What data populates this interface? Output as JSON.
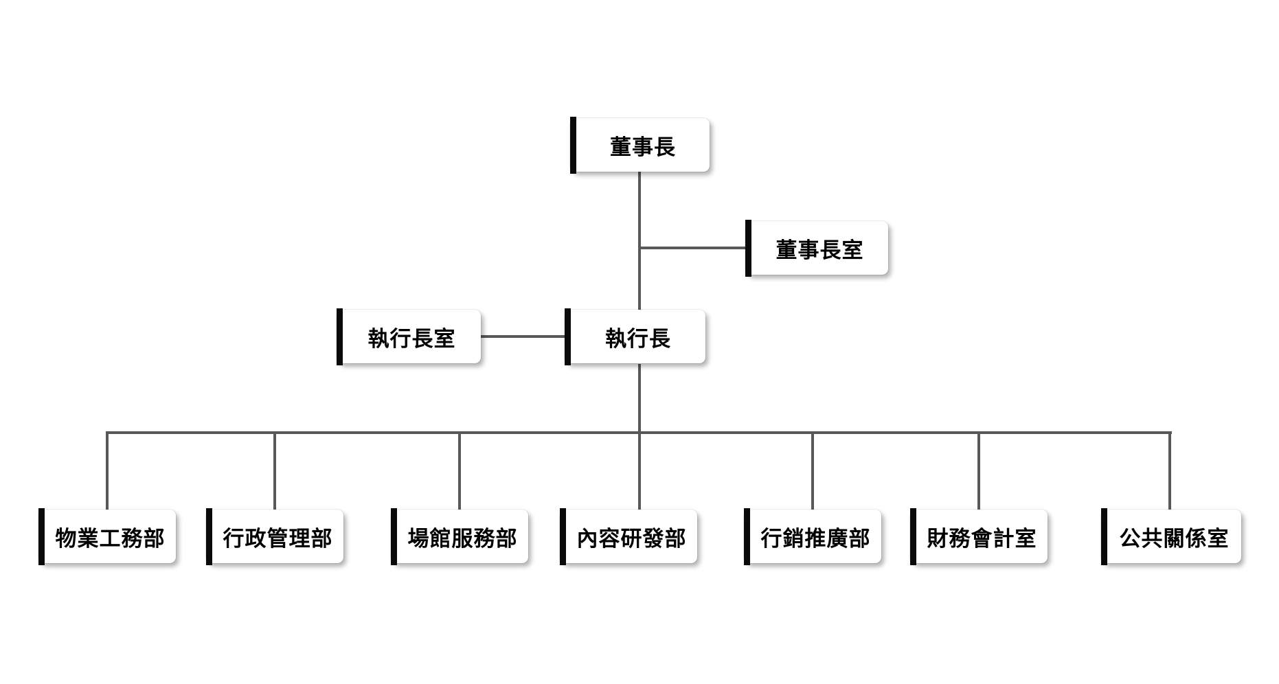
{
  "org_chart": {
    "nodes": {
      "chairman": {
        "label": "董事長"
      },
      "chairman_office": {
        "label": "董事長室"
      },
      "ceo": {
        "label": "執行長"
      },
      "ceo_office": {
        "label": "執行長室"
      },
      "departments": [
        {
          "label": "物業工務部"
        },
        {
          "label": "行政管理部"
        },
        {
          "label": "場館服務部"
        },
        {
          "label": "內容研發部"
        },
        {
          "label": "行銷推廣部"
        },
        {
          "label": "財務會計室"
        },
        {
          "label": "公共關係室"
        }
      ]
    },
    "colors": {
      "connector": "#585858",
      "accent_bar": "#0a0a0a",
      "node_background": "#ffffff",
      "text": "#000000"
    }
  }
}
